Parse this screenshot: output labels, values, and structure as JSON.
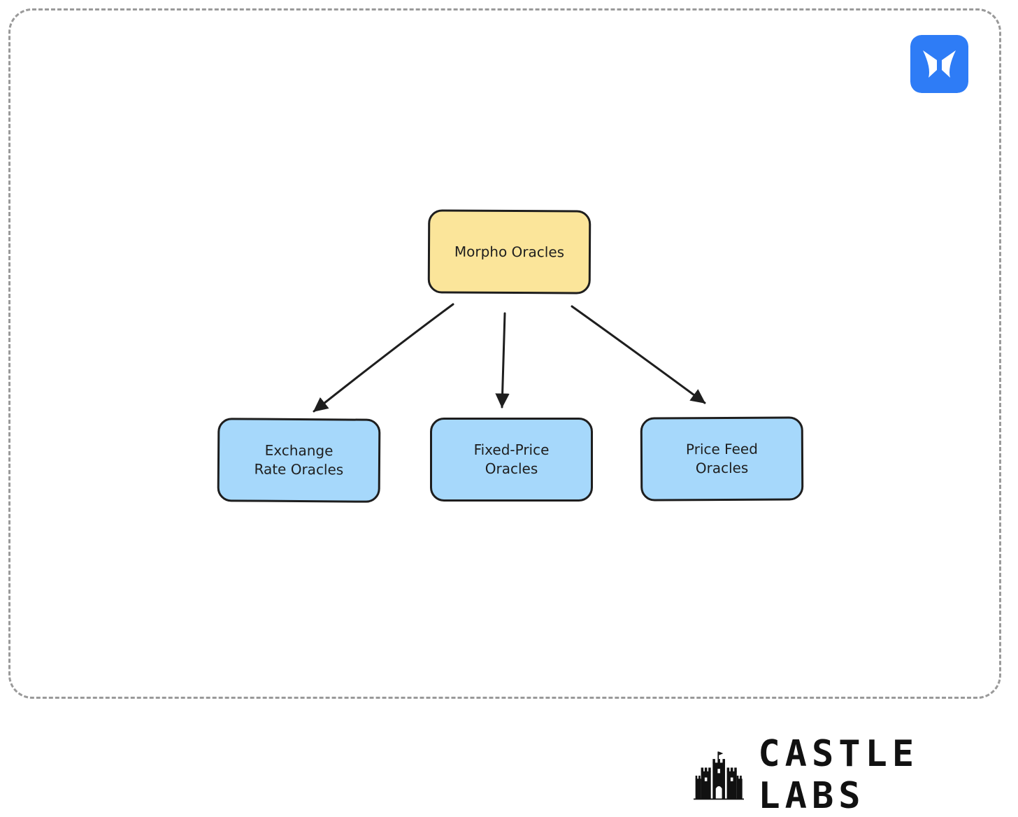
{
  "colors": {
    "root_fill": "#fbe59a",
    "child_fill": "#a6d8fb",
    "stroke": "#1e1e1e",
    "frame": "#9a9a9a",
    "logo_blue": "#2e7cf6"
  },
  "diagram": {
    "root": {
      "label": "Morpho Oracles"
    },
    "children": [
      {
        "label": "Exchange\nRate Oracles"
      },
      {
        "label": "Fixed-Price\nOracles"
      },
      {
        "label": "Price Feed\nOracles"
      }
    ],
    "edges": [
      {
        "from": "Morpho Oracles",
        "to": "Exchange\nRate Oracles"
      },
      {
        "from": "Morpho Oracles",
        "to": "Fixed-Price\nOracles"
      },
      {
        "from": "Morpho Oracles",
        "to": "Price Feed\nOracles"
      }
    ]
  },
  "logos": {
    "top_right": "morpho-butterfly-icon",
    "footer_icon": "castle-icon",
    "footer_brand": "CASTLE LABS"
  }
}
